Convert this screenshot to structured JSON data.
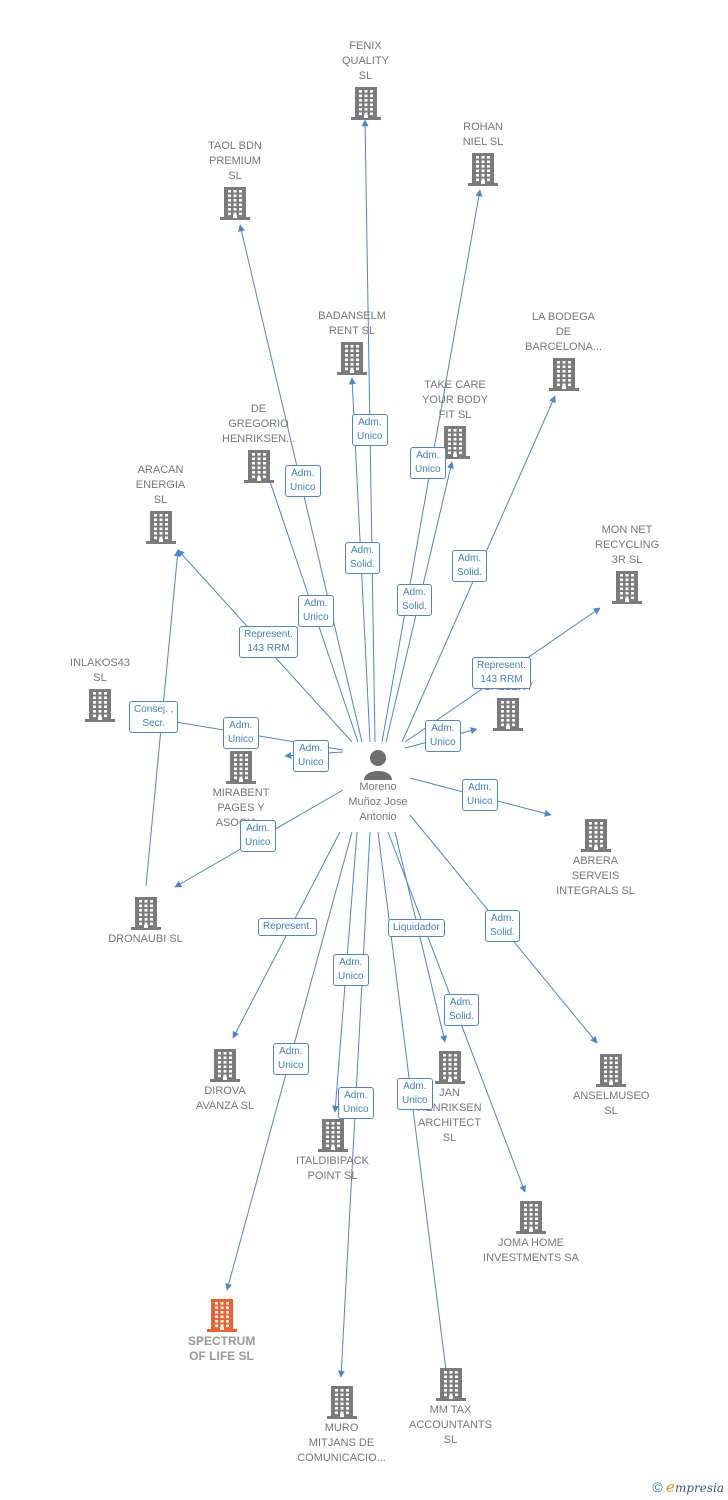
{
  "colors": {
    "node": "#7b7b7b",
    "highlight": "#f0612d",
    "edge": "#4a86d4",
    "person": "#6e6e6e"
  },
  "center": {
    "name": "Moreno\nMuñoz Jose\nAntonio",
    "icon": "person-icon"
  },
  "companies": [
    {
      "key": "fenix",
      "name": "FENIX\nQUALITY  SL"
    },
    {
      "key": "rohan",
      "name": "ROHAN\nNIEL  SL"
    },
    {
      "key": "taol",
      "name": "TAOL BDN\nPREMIUM  SL"
    },
    {
      "key": "badanselm",
      "name": "BADANSELM\nRENT  SL"
    },
    {
      "key": "labodega",
      "name": "LA BODEGA\nDE\nBARCELONA..."
    },
    {
      "key": "takecare",
      "name": "TAKE CARE\nYOUR BODY\nFIT  SL"
    },
    {
      "key": "degregorio",
      "name": "DE\nGREGORIO\nHENRIKSEN..."
    },
    {
      "key": "aracan",
      "name": "ARACAN\nENERGIA SL"
    },
    {
      "key": "monnet",
      "name": "MON NET\nRECYCLING\n3R  SL"
    },
    {
      "key": "gallery",
      "name": "GALLERY"
    },
    {
      "key": "inlakos",
      "name": "INLAKOS43  SL"
    },
    {
      "key": "mirabent",
      "name": "MIRABENT\nPAGES Y\nASOCIA..."
    },
    {
      "key": "abrera",
      "name": "ABRERA\nSERVEIS\nINTEGRALS  SL"
    },
    {
      "key": "dronaubi",
      "name": "DRONAUBI  SL"
    },
    {
      "key": "dirova",
      "name": "DIROVA\nAVANZA  SL"
    },
    {
      "key": "anselmuseo",
      "name": "ANSELMUSEO\nSL"
    },
    {
      "key": "jan",
      "name": "JAN\nHENRIKSEN\nARCHITECT  SL"
    },
    {
      "key": "italdibipack",
      "name": "ITALDIBIPACK\nPOINT  SL"
    },
    {
      "key": "joma",
      "name": "JOMA HOME\nINVESTMENTS SA"
    },
    {
      "key": "spectrum",
      "name": "SPECTRUM\nOF LIFE  SL",
      "highlight": true
    },
    {
      "key": "muro",
      "name": "MURO\nMITJANS DE\nCOMUNICACIO..."
    },
    {
      "key": "mmtax",
      "name": "MM TAX\nACCOUNTANTS\nSL"
    }
  ],
  "relations": [
    {
      "target": "fenix",
      "label": "Adm.\nUnico"
    },
    {
      "target": "rohan",
      "label": "Adm.\nSolid."
    },
    {
      "target": "taol",
      "label": "Adm.\nUnico"
    },
    {
      "target": "badanselm",
      "label": "Adm.\nSolid."
    },
    {
      "target": "labodega",
      "label": "Adm.\nSolid."
    },
    {
      "target": "takecare",
      "label": "Adm.\nUnico"
    },
    {
      "target": "degregorio",
      "label": "Adm.\nUnico"
    },
    {
      "target": "aracan",
      "label": "Represent.\n143 RRM"
    },
    {
      "target": "monnet",
      "label": "Represent.\n143 RRM"
    },
    {
      "target": "gallery",
      "label": "Adm.\nUnico"
    },
    {
      "target": "inlakos",
      "label": "Adm.\nUnico"
    },
    {
      "target": "mirabent",
      "label": "Adm.\nUnico"
    },
    {
      "target": "abrera",
      "label": "Adm.\nUnico"
    },
    {
      "target": "dronaubi",
      "label": "Adm.\nUnico"
    },
    {
      "target": "dirova",
      "label": "Represent."
    },
    {
      "target": "anselmuseo",
      "label": "Adm.\nSolid."
    },
    {
      "target": "jan",
      "label": "Adm.\nSolid."
    },
    {
      "target": "italdibipack",
      "label": "Adm.\nUnico"
    },
    {
      "target": "joma",
      "label": "Liquidador"
    },
    {
      "target": "spectrum",
      "label": "Adm.\nUnico"
    },
    {
      "target": "muro",
      "label": "Adm.\nUnico"
    },
    {
      "target": "mmtax",
      "label": "Adm.\nUnico"
    },
    {
      "from": "dronaubi",
      "target": "aracan",
      "label": "Consej. ,\nSecr."
    }
  ],
  "footer": {
    "copyright": "©",
    "brand_first": "e",
    "brand_rest": "mpresia"
  }
}
